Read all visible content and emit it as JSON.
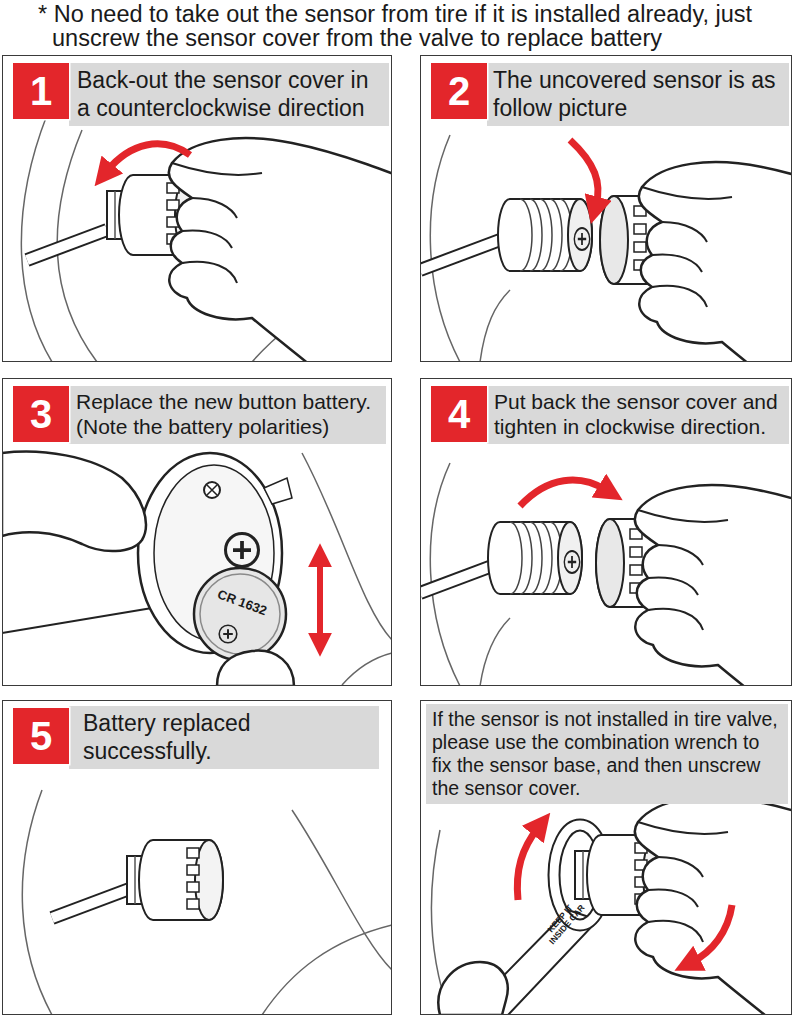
{
  "diagram": {
    "nodes": [
      {
        "text": [
          "Back-out the sensor cover in a counterclockwise direction"
        ]
      },
      {
        "text": [
          "1"
        ],
        "in": 0
      },
      {
        "text": [
          "The uncovered sensor is as follow picture"
        ]
      },
      {
        "text": [
          "2"
        ],
        "in": 2
      },
      {
        "text": [
          "Replace the new button battery. (Note the battery polarities)"
        ]
      },
      {
        "text": [
          "3"
        ],
        "in": 4
      },
      {
        "text": [
          "Put back the sensor cover and tighten in clockwise direction."
        ]
      },
      {
        "text": [
          "4"
        ],
        "in": 6
      },
      {
        "text": [
          "Battery replaced successfully."
        ]
      },
      {
        "text": [
          "5"
        ],
        "in": 8
      },
      {
        "text": [
          "If the sensor is not installed in tire valve, please use the combination wrench to fix the sensor base, and then unscrew the sensor cover."
        ]
      }
    ],
    "labels": [
      "* No need to take out the sensor from tire if it is installed already, just unscrew the sensor cover from the valve to replace battery",
      "CR 1632",
      "KEEP IT INSIDE CAR"
    ]
  }
}
